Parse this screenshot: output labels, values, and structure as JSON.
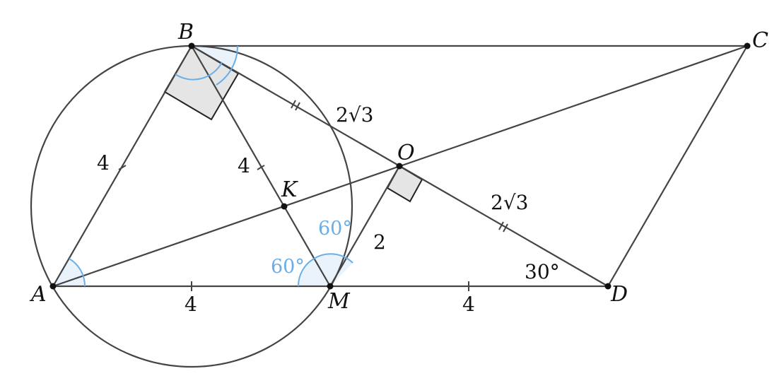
{
  "colors": {
    "line": "#444444",
    "angle_arc": "#6aaee8",
    "angle_fill": "#eaf3fc",
    "right_angle_fill": "#e5e5e5",
    "angle_text": "#6aaee8"
  },
  "points": {
    "A": "A",
    "B": "B",
    "C": "C",
    "D": "D",
    "M": "M",
    "K": "K",
    "O": "O"
  },
  "lengths": {
    "AB": "4",
    "BM": "4",
    "AM": "4",
    "MD": "4",
    "MO": "2",
    "BO": "2√3",
    "OD": "2√3"
  },
  "angles": {
    "AMB": "60°",
    "BMO": "60°",
    "ODM": "30°"
  }
}
